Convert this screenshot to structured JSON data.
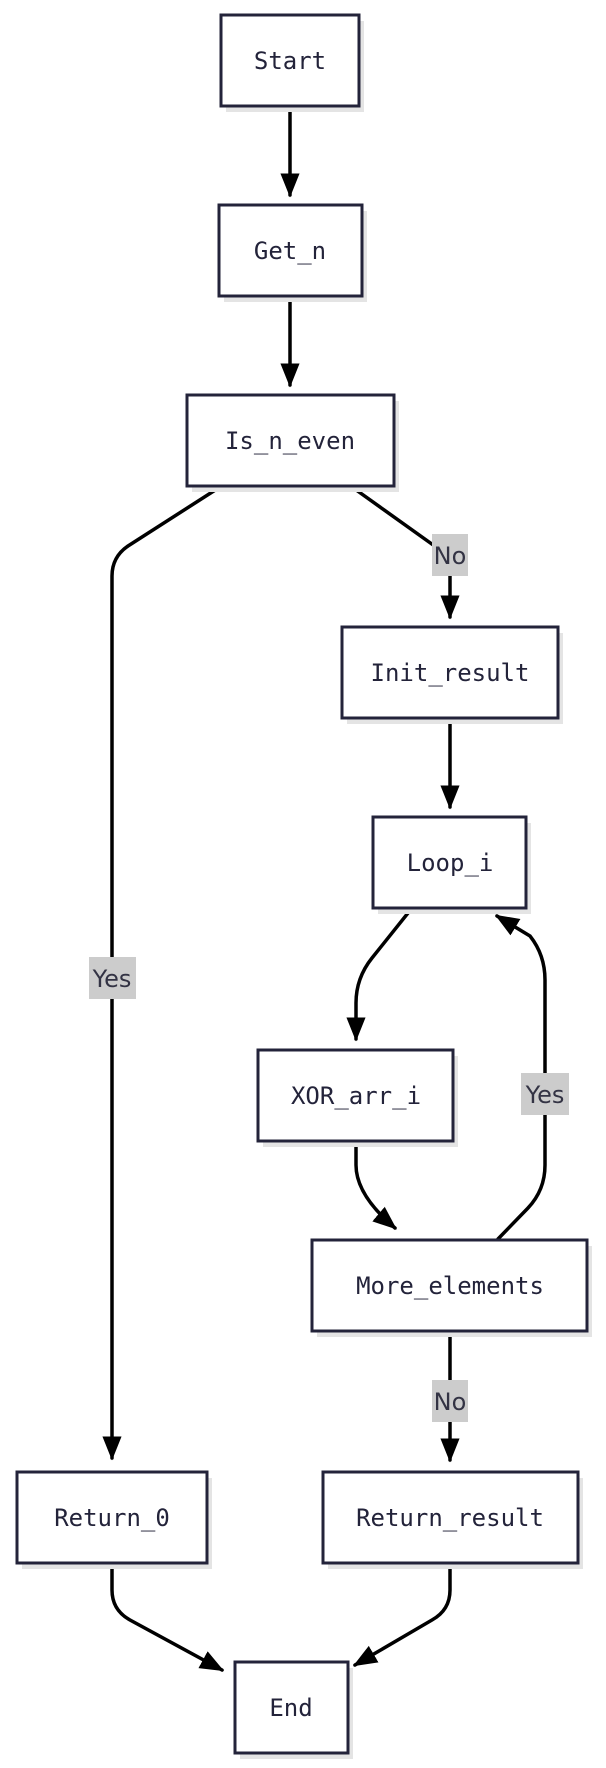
{
  "colors": {
    "node_border": "#23233a",
    "node_fill": "#ffffff",
    "edge": "#000000",
    "label_bg": "#cccccc"
  },
  "nodes": {
    "start": "Start",
    "get_n": "Get_n",
    "is_n_even": "Is_n_even",
    "init_result": "Init_result",
    "loop_i": "Loop_i",
    "xor_arr_i": "XOR_arr_i",
    "more_elements": "More_elements",
    "return_0": "Return_0",
    "return_result": "Return_result",
    "end": "End"
  },
  "edges": {
    "even_yes": "Yes",
    "even_no": "No",
    "more_yes": "Yes",
    "more_no": "No"
  }
}
